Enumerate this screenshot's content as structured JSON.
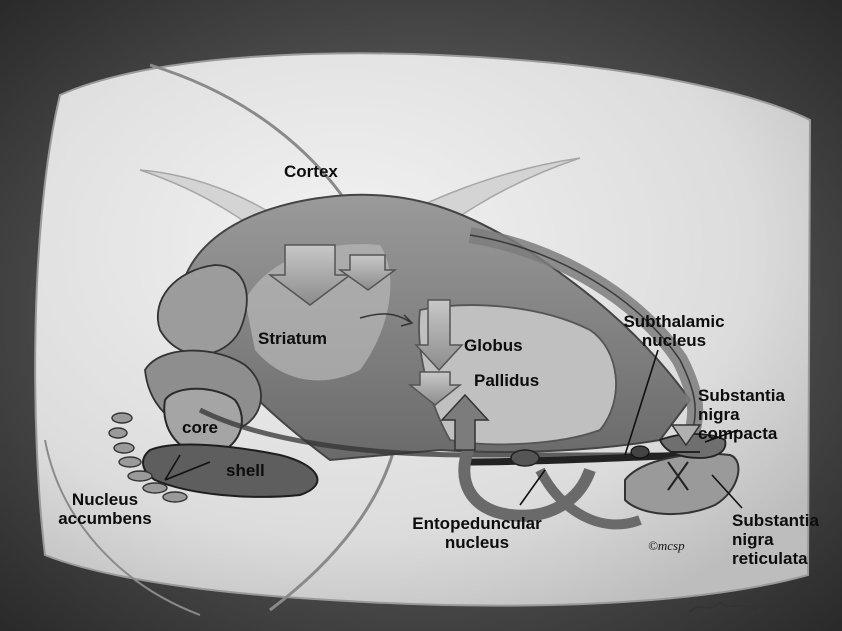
{
  "labels": {
    "cortex": "Cortex",
    "striatum": "Striatum",
    "globus": "Globus",
    "pallidus": "Pallidus",
    "subthalamic_1": "Subthalamic",
    "subthalamic_2": "nucleus",
    "sn_compacta_1": "Substantia",
    "sn_compacta_2": "nigra",
    "sn_compacta_3": "compacta",
    "sn_reticulata_1": "Substantia",
    "sn_reticulata_2": "nigra",
    "sn_reticulata_3": "reticulata",
    "core": "core",
    "shell": "shell",
    "nucleus_accumbens_1": "Nucleus",
    "nucleus_accumbens_2": "accumbens",
    "entopeduncular_1": "Entopeduncular",
    "entopeduncular_2": "nucleus",
    "copyright": "©mcsp"
  },
  "colors": {
    "background": "#3a3a3a",
    "brain_slab": "#e4e4e4",
    "structure_fill": "#8a8a8a",
    "structure_dark": "#5a5a5a",
    "arrow_fill": "#b0b0b0",
    "label_text": "#0d0d0d"
  }
}
